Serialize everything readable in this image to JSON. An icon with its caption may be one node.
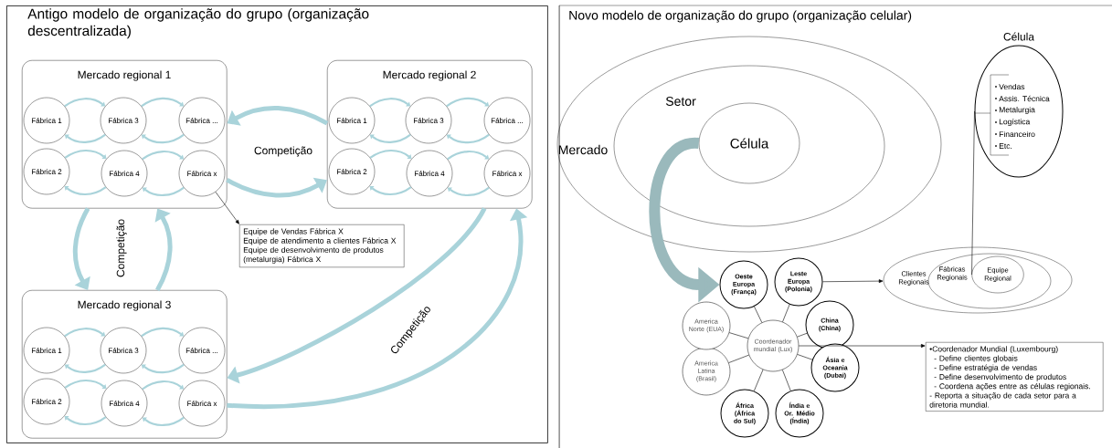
{
  "diagram": {
    "nodes": [
      {
        "text": [
          "Antigo modelo de organização do grupo (organização descentralizada)"
        ]
      },
      {
        "text": [
          "Mercado regional 1"
        ],
        "in": 0
      },
      {
        "text": [
          "Fábrica 1"
        ],
        "in": 1
      },
      {
        "text": [
          "Fábrica 3"
        ],
        "in": 1
      },
      {
        "text": [
          "Fábrica ..."
        ],
        "in": 1
      },
      {
        "text": [
          "Fábrica 2"
        ],
        "in": 1
      },
      {
        "text": [
          "Fábrica 4"
        ],
        "in": 1
      },
      {
        "text": [
          "Fábrica x"
        ],
        "in": 1
      },
      {
        "text": [
          "Mercado regional 2"
        ],
        "in": 0
      },
      {
        "text": [
          "Fábrica 1"
        ],
        "in": 8
      },
      {
        "text": [
          "Fábrica 3"
        ],
        "in": 8
      },
      {
        "text": [
          "Fábrica ..."
        ],
        "in": 8
      },
      {
        "text": [
          "Fábrica 2"
        ],
        "in": 8
      },
      {
        "text": [
          "Fábrica 4"
        ],
        "in": 8
      },
      {
        "text": [
          "Fábrica x"
        ],
        "in": 8
      },
      {
        "text": [
          "Mercado regional 3"
        ],
        "in": 0
      },
      {
        "text": [
          "Fábrica 1"
        ],
        "in": 15
      },
      {
        "text": [
          "Fábrica 3"
        ],
        "in": 15
      },
      {
        "text": [
          "Fábrica ..."
        ],
        "in": 15
      },
      {
        "text": [
          "Fábrica 2"
        ],
        "in": 15
      },
      {
        "text": [
          "Fábrica 4"
        ],
        "in": 15
      },
      {
        "text": [
          "Fábrica x"
        ],
        "in": 15
      },
      {
        "text": [
          "Equipe de Vendas Fábrica X",
          "Equipe de atendimento a clientes Fábrica X",
          "Equipe de desenvolvimento de produtos (metalurgia) Fábrica X"
        ],
        "in": 0
      },
      {
        "text": [
          "Mercado"
        ]
      },
      {
        "text": [
          "Setor"
        ],
        "in": 23
      },
      {
        "text": [
          "Célula"
        ],
        "in": 24
      },
      {
        "text": [
          "Célula",
          "Vendas",
          "Assis. Técnica",
          "Metalurgia",
          "Logística",
          "Financeiro",
          "Etc."
        ]
      },
      {
        "text": [
          "Clientes Regionais"
        ]
      },
      {
        "text": [
          "Fábricas Regionais"
        ],
        "in": 27
      },
      {
        "text": [
          "Equipe Regional"
        ],
        "in": 28
      },
      {
        "text": [
          "Coordenador mundial (Lux)"
        ]
      },
      {
        "text": [
          "Oeste Europa (França)"
        ]
      },
      {
        "text": [
          "Leste Europa (Polonia)"
        ]
      },
      {
        "text": [
          "China (China)"
        ]
      },
      {
        "text": [
          "Ásia e Oceania (Dubai)"
        ]
      },
      {
        "text": [
          "Índia e Or. Médio (Índia)"
        ]
      },
      {
        "text": [
          "África (África do Sul)"
        ]
      },
      {
        "text": [
          "America Latina (Brasil)"
        ]
      },
      {
        "text": [
          "America Norte (EUA)"
        ]
      },
      {
        "text": [
          "•Coordenador Mundial (Luxembourg)",
          "- Define clientes globais",
          "- Define estratégia de vendas",
          "- Define desenvolvimento de produtos",
          "- Coordena ações entre as células regionais.",
          "- Reporta a situação de cada setor para a diretoria mundial."
        ]
      }
    ],
    "edges": [
      {
        "from": 2,
        "to": 3,
        "arrow": "to",
        "color": "#a9d3da"
      },
      {
        "from": 3,
        "to": 2,
        "arrow": "to",
        "color": "#a9d3da"
      },
      {
        "from": 3,
        "to": 4,
        "arrow": "to",
        "color": "#a9d3da"
      },
      {
        "from": 4,
        "to": 3,
        "arrow": "to",
        "color": "#a9d3da"
      },
      {
        "from": 5,
        "to": 6,
        "arrow": "to",
        "color": "#a9d3da"
      },
      {
        "from": 6,
        "to": 5,
        "arrow": "to",
        "color": "#a9d3da"
      },
      {
        "from": 6,
        "to": 7,
        "arrow": "to",
        "color": "#a9d3da"
      },
      {
        "from": 7,
        "to": 6,
        "arrow": "to",
        "color": "#a9d3da"
      },
      {
        "from": 9,
        "to": 10,
        "arrow": "to",
        "color": "#a9d3da"
      },
      {
        "from": 10,
        "to": 9,
        "arrow": "to",
        "color": "#a9d3da"
      },
      {
        "from": 10,
        "to": 11,
        "arrow": "to",
        "color": "#a9d3da"
      },
      {
        "from": 11,
        "to": 10,
        "arrow": "to",
        "color": "#a9d3da"
      },
      {
        "from": 12,
        "to": 13,
        "arrow": "to",
        "color": "#a9d3da"
      },
      {
        "from": 13,
        "to": 12,
        "arrow": "to",
        "color": "#a9d3da"
      },
      {
        "from": 13,
        "to": 14,
        "arrow": "to",
        "color": "#a9d3da"
      },
      {
        "from": 14,
        "to": 13,
        "arrow": "to",
        "color": "#a9d3da"
      },
      {
        "from": 16,
        "to": 17,
        "arrow": "to",
        "color": "#a9d3da"
      },
      {
        "from": 17,
        "to": 16,
        "arrow": "to",
        "color": "#a9d3da"
      },
      {
        "from": 17,
        "to": 18,
        "arrow": "to",
        "color": "#a9d3da"
      },
      {
        "from": 18,
        "to": 17,
        "arrow": "to",
        "color": "#a9d3da"
      },
      {
        "from": 19,
        "to": 20,
        "arrow": "to",
        "color": "#a9d3da"
      },
      {
        "from": 20,
        "to": 19,
        "arrow": "to",
        "color": "#a9d3da"
      },
      {
        "from": 20,
        "to": 21,
        "arrow": "to",
        "color": "#a9d3da"
      },
      {
        "from": 21,
        "to": 20,
        "arrow": "to",
        "color": "#a9d3da"
      },
      {
        "from": 8,
        "to": 1,
        "arrow": "to",
        "style": "thick",
        "color": "#a9d3da"
      },
      {
        "from": 1,
        "to": 8,
        "arrow": "to",
        "style": "thick",
        "color": "#a9d3da"
      },
      {
        "from": 1,
        "to": 15,
        "arrow": "to",
        "style": "thick",
        "color": "#a9d3da"
      },
      {
        "from": 15,
        "to": 1,
        "arrow": "to",
        "style": "thick",
        "color": "#a9d3da"
      },
      {
        "from": 8,
        "to": 15,
        "arrow": "to",
        "style": "thick",
        "color": "#a9d3da"
      },
      {
        "from": 15,
        "to": 8,
        "arrow": "to",
        "style": "thick",
        "color": "#a9d3da"
      },
      {
        "from": 7,
        "to": 22,
        "arrow": "to",
        "color": "#000000"
      },
      {
        "from": 25,
        "to": 31,
        "arrow": "to",
        "style": "thick",
        "color": "#9ab9bc"
      },
      {
        "from": 30,
        "to": 31,
        "arrow": "none",
        "color": "#000000"
      },
      {
        "from": 30,
        "to": 32,
        "arrow": "none",
        "color": "#000000"
      },
      {
        "from": 30,
        "to": 33,
        "arrow": "none",
        "color": "#000000"
      },
      {
        "from": 30,
        "to": 34,
        "arrow": "none",
        "color": "#000000"
      },
      {
        "from": 30,
        "to": 35,
        "arrow": "none",
        "color": "#000000"
      },
      {
        "from": 30,
        "to": 36,
        "arrow": "none",
        "color": "#000000"
      },
      {
        "from": 30,
        "to": 37,
        "arrow": "none",
        "color": "#000000"
      },
      {
        "from": 30,
        "to": 38,
        "arrow": "none",
        "color": "#000000"
      },
      {
        "from": 32,
        "to": 27,
        "arrow": "to",
        "color": "#000000"
      },
      {
        "from": 30,
        "to": 39,
        "arrow": "to",
        "color": "#000000"
      },
      {
        "from": 26,
        "to": 29,
        "arrow": "none",
        "color": "#000000"
      }
    ],
    "labels": [
      "Competição",
      "Competição",
      "Competição",
      "Novo modelo de organização do grupo (organização celular)"
    ]
  }
}
